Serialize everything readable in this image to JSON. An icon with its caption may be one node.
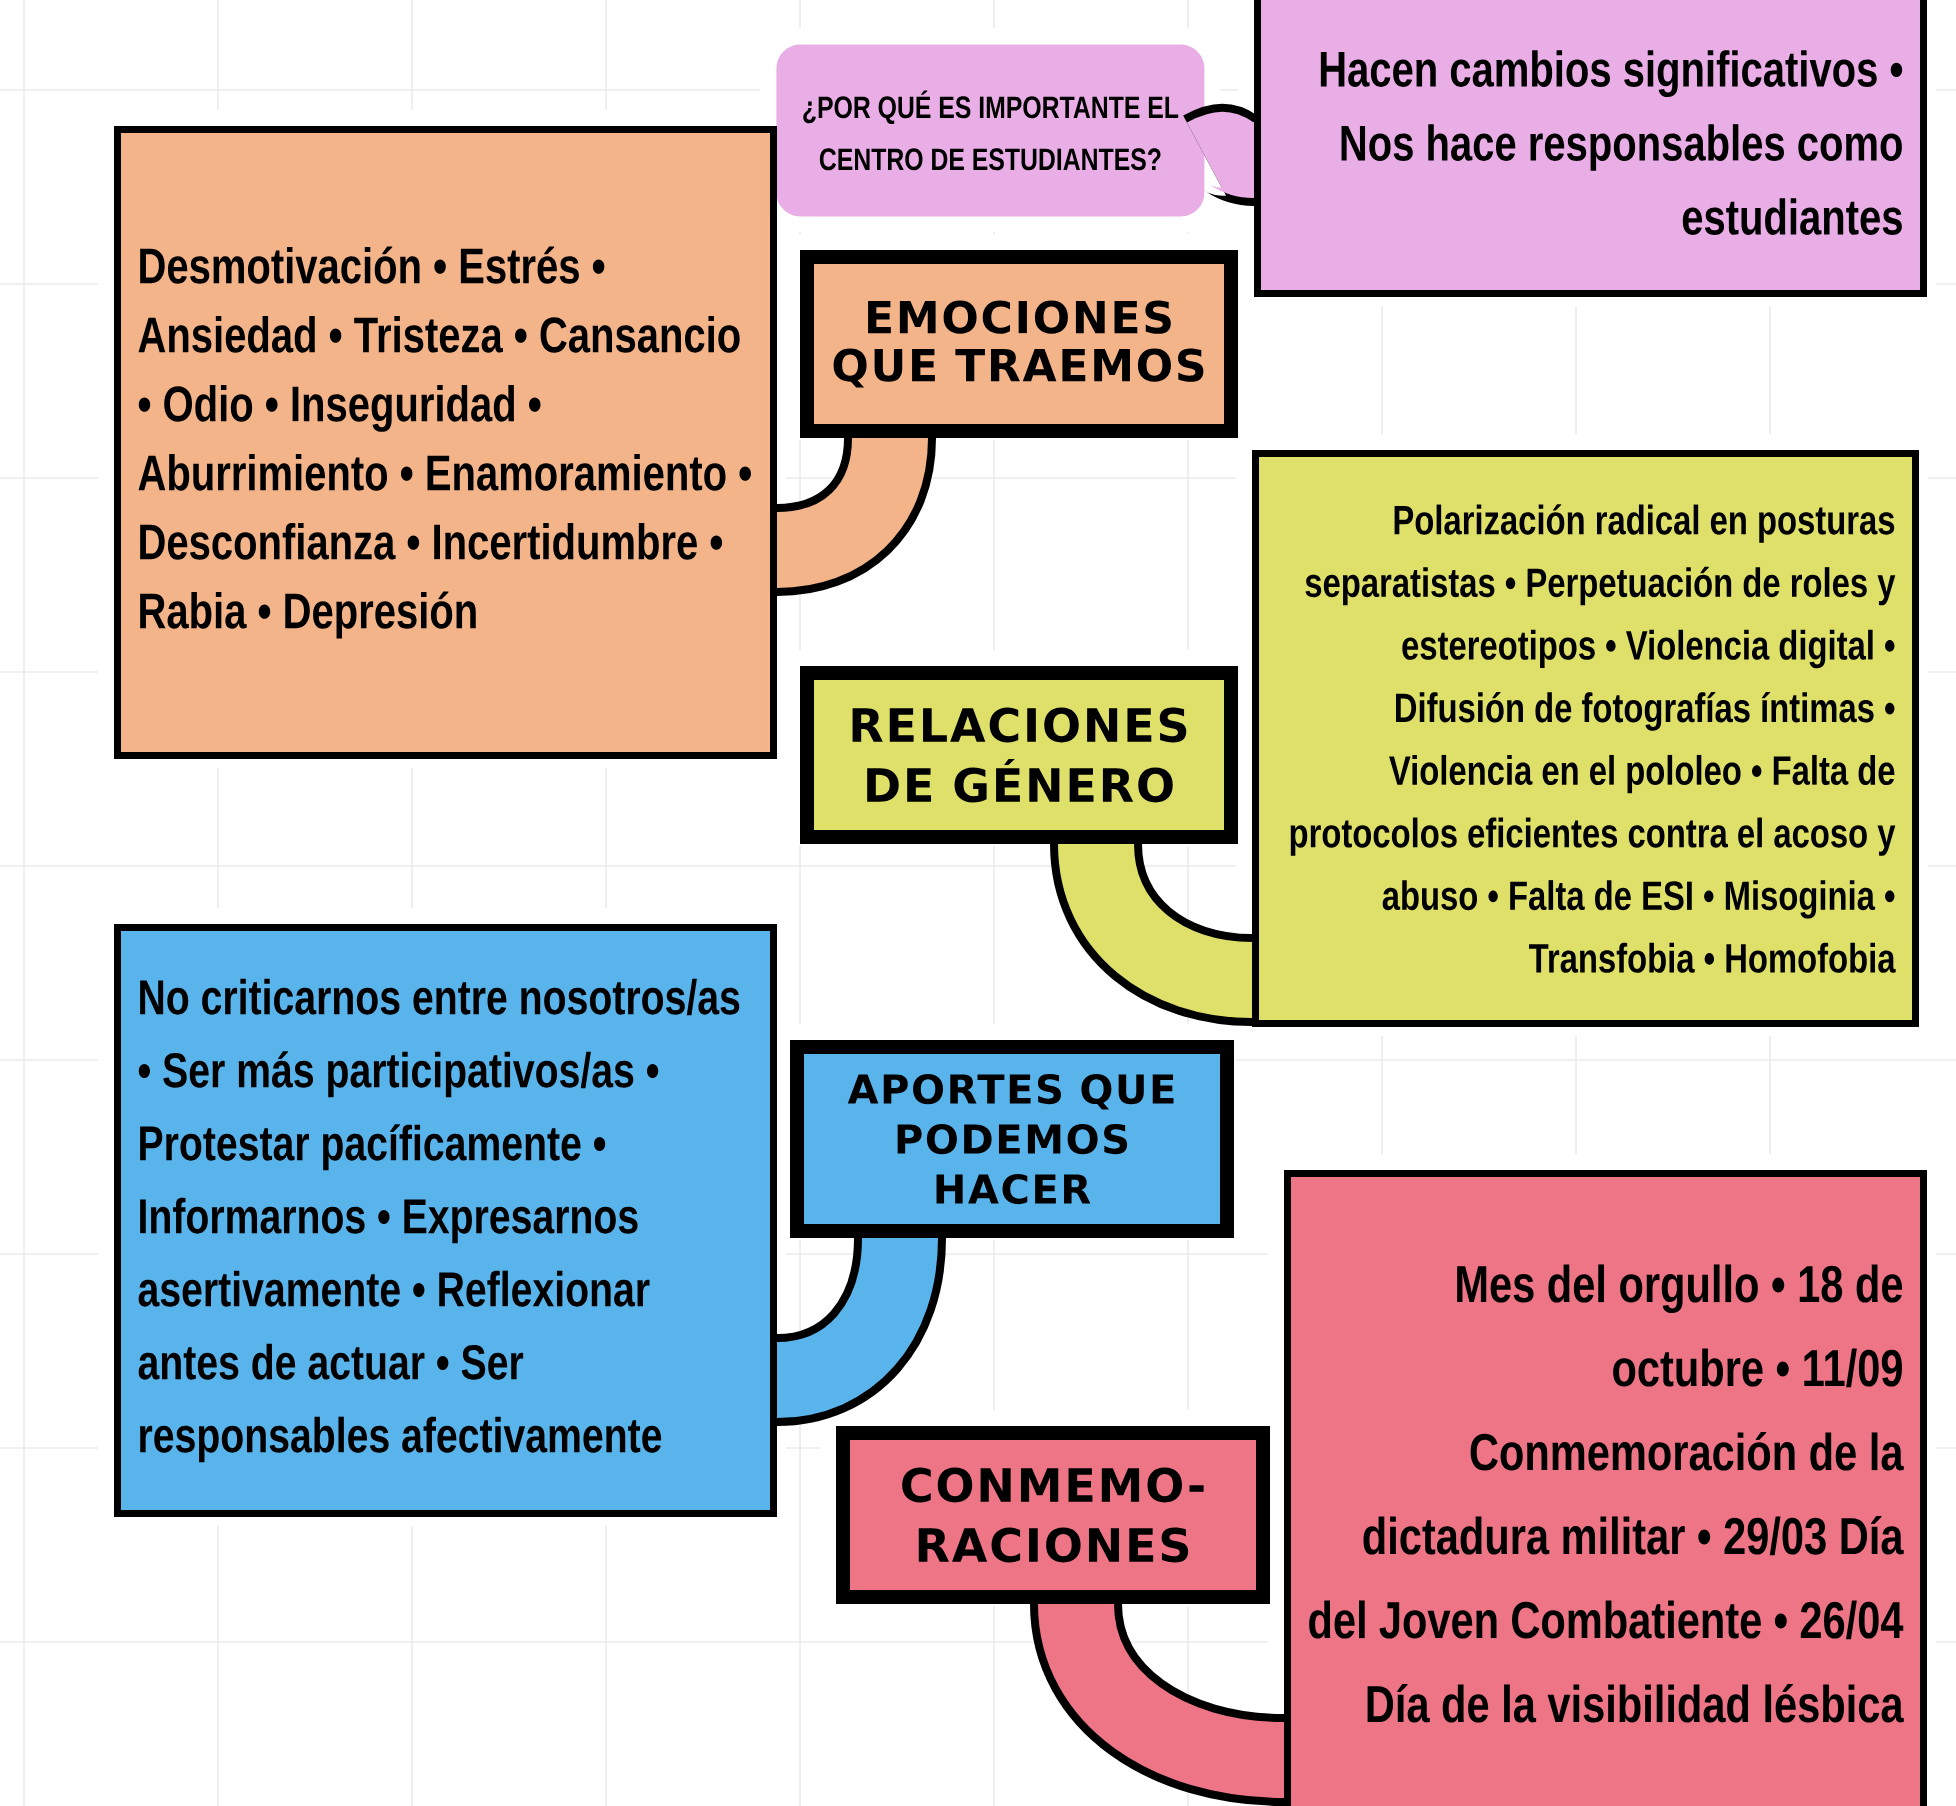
{
  "diagram": {
    "nodes": [
      {
        "text": [
          "¿POR QUÉ ES IMPORTANTE EL CENTRO DE ESTUDIANTES?"
        ]
      },
      {
        "text": [
          "Hacen cambios significativos • Nos hace responsables como estudiantes"
        ]
      },
      {
        "text": [
          "Desmotivación • Estrés • Ansiedad • Tristeza • Cansancio • Odio • Inseguridad • Aburrimiento • Enamoramiento • Desconfianza • Incertidumbre • Rabia • Depresión"
        ]
      },
      {
        "text": [
          "EMOCIONES QUE TRAEMOS"
        ]
      },
      {
        "text": [
          "RELACIONES DE GÉNERO"
        ]
      },
      {
        "text": [
          "Polarización radical en posturas separatistas • Perpetuación de roles y estereotipos • Violencia digital • Difusión de fotografías íntimas • Violencia en el pololeo • Falta de protocolos eficientes contra el acoso y abuso • Falta de ESI • Misoginia • Transfobia • Homofobia"
        ]
      },
      {
        "text": [
          "No criticarnos entre nosotros/as • Ser más participativos/as • Protestar pacíficamente • Informarnos • Expresarnos asertivamente • Reflexionar antes de actuar • Ser responsables afectivamente"
        ]
      },
      {
        "text": [
          "APORTES QUE PODEMOS HACER"
        ]
      },
      {
        "text": [
          "CONMEMO-RACIONES"
        ]
      },
      {
        "text": [
          "Mes del orgullo • 18 de octubre • 11/09 Conmemoración de la dictadura militar • 29/03 Día del Joven Combatiente • 26/04 Día de la visibilidad lésbica"
        ]
      }
    ],
    "edges": [
      {
        "from": 0,
        "to": 1,
        "arrow": "none"
      },
      {
        "from": 3,
        "to": 2,
        "arrow": "none"
      },
      {
        "from": 4,
        "to": 5,
        "arrow": "none"
      },
      {
        "from": 7,
        "to": 6,
        "arrow": "none"
      },
      {
        "from": 8,
        "to": 9,
        "arrow": "none"
      }
    ]
  }
}
